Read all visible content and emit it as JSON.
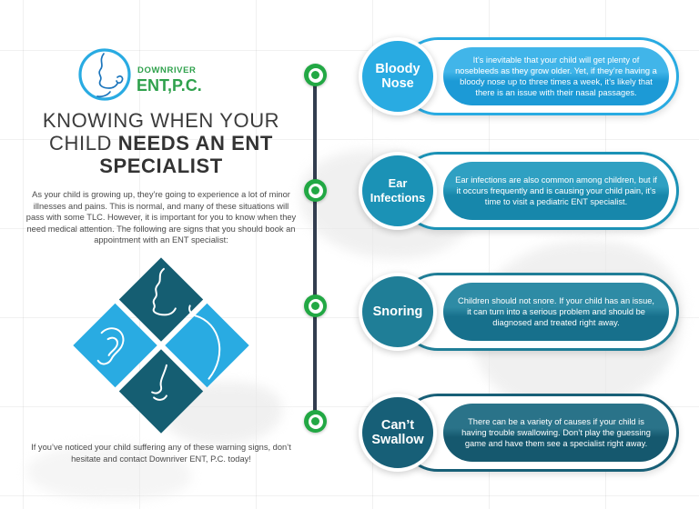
{
  "logo": {
    "brand_top": "DOWNRIVER",
    "brand_bottom": "ENT,P.C."
  },
  "title": {
    "regular_line": "KNOWING WHEN YOUR",
    "mixed_regular": "CHILD",
    "mixed_bold": "NEEDS AN ENT",
    "bold_line": "SPECIALIST"
  },
  "intro": "As your child is growing up, they’re going to experience a lot of minor illnesses and pains. This is normal, and many of these situations will pass with some TLC. However, it is important for you to know when they need medical attention. The following are signs that you should book an appointment with an ENT specialist:",
  "footer": "If you’ve noticed your child suffering any of these warning signs, don’t hesitate and contact Downriver ENT, P.C. today!",
  "timeline": {
    "node_color": "#22A844",
    "line_color": "#323D4F"
  },
  "items": [
    {
      "label": "Bloody Nose",
      "description": "It’s inevitable that your child will get plenty of nosebleeds as they grow older. Yet, if they’re having a bloody nose up to three times a week, it’s likely that there is an issue with their nasal passages.",
      "color": "#29ABE2",
      "gradient_top": "#41B5E9",
      "gradient_bottom": "#1C9AD6"
    },
    {
      "label": "Ear Infections",
      "description": "Ear infections are also common among children, but if it occurs frequently and is causing your child pain, it’s time to visit a pediatric ENT specialist.",
      "color": "#1B92B6",
      "gradient_top": "#2FA0C2",
      "gradient_bottom": "#1787AB"
    },
    {
      "label": "Snoring",
      "description": "Children should not snore. If your child has an issue, it can turn into a serious problem and should be diagnosed and treated right away.",
      "color": "#1F7E97",
      "gradient_top": "#2E8BA5",
      "gradient_bottom": "#17708C"
    },
    {
      "label": "Can’t Swallow",
      "description": "There can be a variety of causes if your child is having trouble swallowing. Don’t play the guessing game and have them see a specialist right away.",
      "color": "#175F77",
      "gradient_top": "#2A7389",
      "gradient_bottom": "#15586E"
    }
  ],
  "colors": {
    "brand_blue": "#29ABE2",
    "brand_green": "#2FA14C",
    "diamond_dark": "#155E72",
    "diamond_light": "#29ABE2",
    "title_text": "#3B3B3B",
    "body_text": "#4A4A4A"
  }
}
